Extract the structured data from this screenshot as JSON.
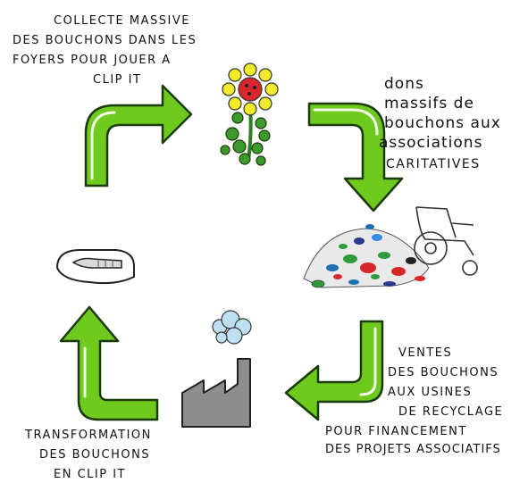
{
  "colors": {
    "arrow_green": "#6fca1e",
    "arrow_outline": "#1b3a08",
    "highlight": "#ffffff",
    "flower_petal": "#f2ea2a",
    "flower_center": "#d8262a",
    "leaf_green": "#3c9b2b",
    "factory_gray": "#8d8d8d",
    "smoke_blue": "#bfe0f2"
  },
  "steps": {
    "collect": {
      "lines": [
        "collecte massive",
        "des bouchons dans les",
        "foyers pour jouer a",
        "clip it"
      ]
    },
    "donate": {
      "lines": [
        "dons",
        "massifs de",
        "bouchons aux",
        "associations",
        "caritatives"
      ]
    },
    "sell": {
      "lines": [
        "ventes",
        "des bouchons",
        "aux usines",
        "de recyclage",
        "pour financement",
        "des projets associatifs"
      ]
    },
    "transform": {
      "lines": [
        "transformation",
        "des bouchons",
        "en clip it"
      ]
    }
  },
  "icons": {
    "flower": "flower-icon",
    "cap_pile": "bottle-cap-pile-icon",
    "wheelchair": "wheelchair-icon",
    "factory": "factory-icon",
    "clip": "clip-it-icon"
  }
}
